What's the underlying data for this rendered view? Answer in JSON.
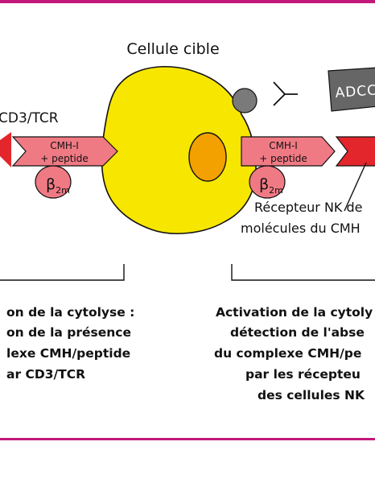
{
  "title": "Cellule cible",
  "cd3_label": "CD3/TCR",
  "adcc_label": "ADCC",
  "mhc_left": {
    "line1": "CMH-I",
    "line2": "+ peptide",
    "b2m_base": "β",
    "b2m_sub": "2m"
  },
  "mhc_right": {
    "line1": "CMH-I",
    "line2": "+ peptide",
    "b2m_base": "β",
    "b2m_sub": "2m"
  },
  "nk_receptor": {
    "line1": "Récepteur NK de",
    "line2": "molécules du CMH"
  },
  "left_caption": [
    "on de la cytolyse :",
    "on de la présence",
    "lexe CMH/peptide",
    "ar CD3/TCR"
  ],
  "right_caption": [
    "Activation de la cytoly",
    "détection de l'abse",
    "du complexe CMH/pe",
    "par les récepteu",
    "des cellules NK"
  ],
  "colors": {
    "frame": "#c2187a",
    "cell": "#f7e600",
    "nucleus": "#f2a100",
    "mhc": "#f07a84",
    "receptor": "#e3262b",
    "adcc": "#6b6b6b"
  }
}
